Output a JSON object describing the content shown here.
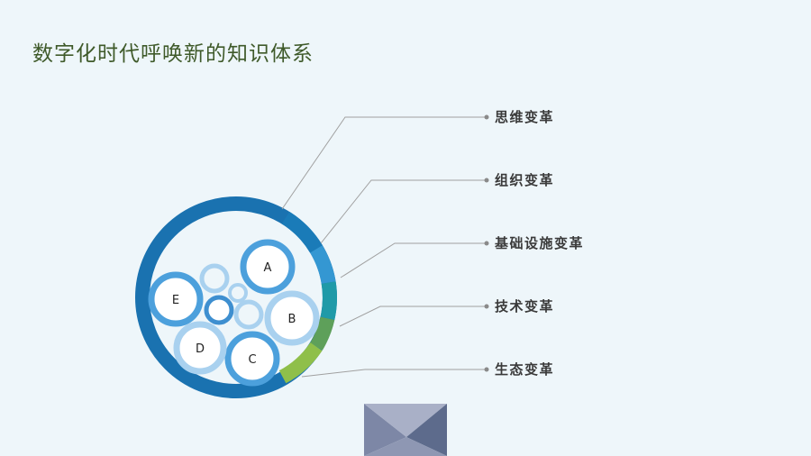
{
  "title": "数字化时代呼唤新的知识体系",
  "categories": [
    {
      "label": "思维变革",
      "color": "#1a7bb8"
    },
    {
      "label": "组织变革",
      "color": "#3497d2"
    },
    {
      "label": "基础设施变革",
      "color": "#1f9aa8"
    },
    {
      "label": "技术变革",
      "color": "#5ea05a"
    },
    {
      "label": "生态变革",
      "color": "#8fbf4a"
    }
  ],
  "bubbles": [
    "A",
    "B",
    "C",
    "D",
    "E"
  ],
  "colors": {
    "background": "#eef6fa",
    "title": "#3f5a2a",
    "ring_main": "#1a72b0",
    "bubble_dark": "#4ca0dc",
    "bubble_light": "#a9d1ef",
    "leader": "#a0a0a0",
    "deco": "#5d6b8c"
  }
}
